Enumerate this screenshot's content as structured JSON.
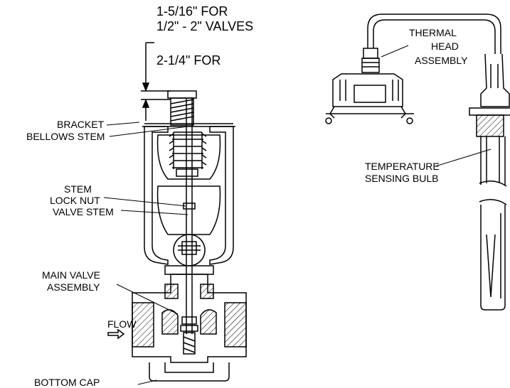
{
  "dimension_note": {
    "line1": "1-5/16\" FOR",
    "line2": "1/2\" - 2\" VALVES",
    "line3": "2-1/4\" FOR"
  },
  "labels": {
    "bracket": "BRACKET",
    "bellows_stem": "BELLOWS STEM",
    "stem_lock_nut_1": "STEM",
    "stem_lock_nut_2": "LOCK NUT",
    "valve_stem": "VALVE STEM",
    "main_valve_1": "MAIN VALVE",
    "main_valve_2": "ASSEMBLY",
    "flow": "FLOW",
    "bottom_cap": "BOTTOM CAP",
    "thermal_head_1": "THERMAL",
    "thermal_head_2": "HEAD",
    "thermal_head_3": "ASSEMBLY",
    "temp_bulb_1": "TEMPERATURE",
    "temp_bulb_2": "SENSING BULB"
  }
}
